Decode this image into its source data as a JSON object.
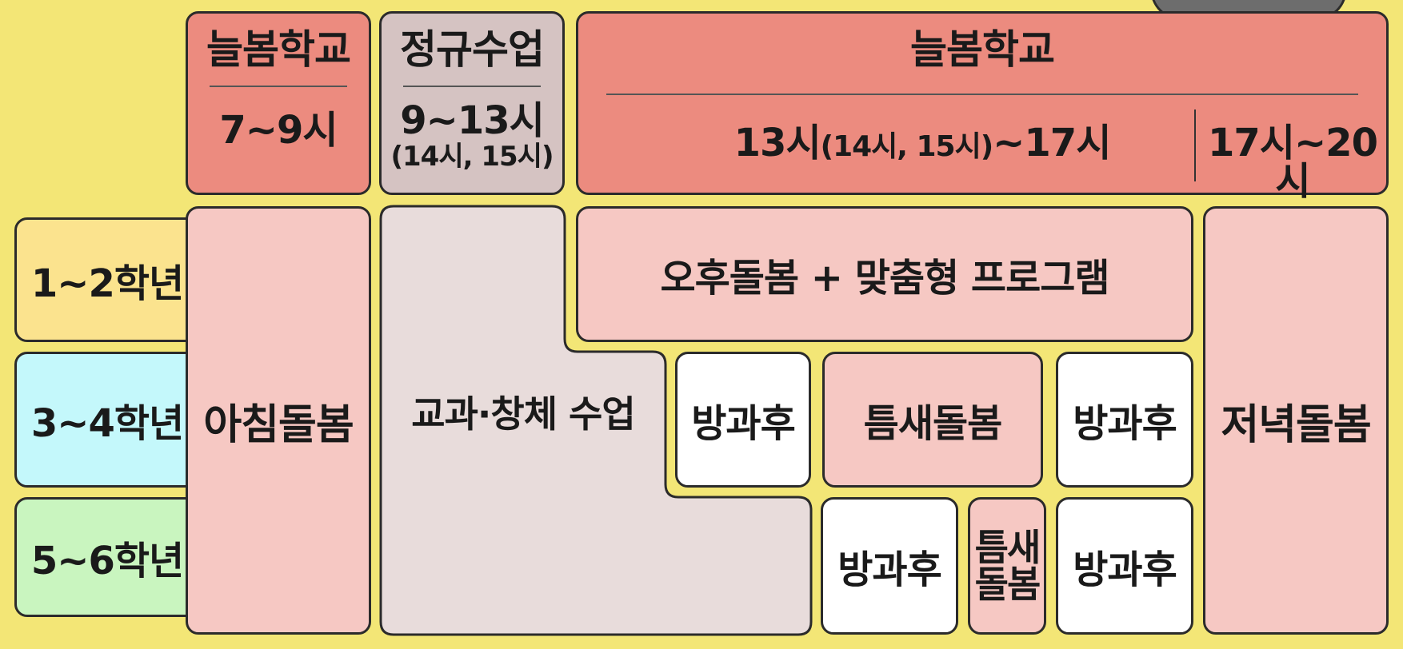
{
  "header": {
    "morning": {
      "title": "늘봄학교",
      "time": "7~9시"
    },
    "regular": {
      "title": "정규수업",
      "time": "9~13시",
      "sub": "(14시, 15시)"
    },
    "afternoon": {
      "title": "늘봄학교",
      "time_a": "13시",
      "time_b": "(14시, 15시)",
      "time_c": "~17시",
      "evening_time": "17시~20시"
    }
  },
  "grades": {
    "g12": "1~2학년",
    "g34": "3~4학년",
    "g56": "5~6학년"
  },
  "blocks": {
    "morning_care": "아침돌봄",
    "class": "교과·창체 수업",
    "afternoon_program": "오후돌봄 + 맞춤형 프로그램",
    "afterschool": "방과후",
    "gap_care": "틈새돌봄",
    "gap_care_line1": "틈새",
    "gap_care_line2": "돌봄",
    "evening_care": "저녁돌봄"
  },
  "colors": {
    "background": "#f3e676",
    "header_red": "#ec8b7f",
    "header_grey": "#d5c3c2",
    "care_pink": "#f6c8c3",
    "class_grey": "#e8dcdb",
    "grade_1_2": "#fbe38e",
    "grade_3_4": "#c4f8fb",
    "grade_5_6": "#c9f5bf"
  }
}
